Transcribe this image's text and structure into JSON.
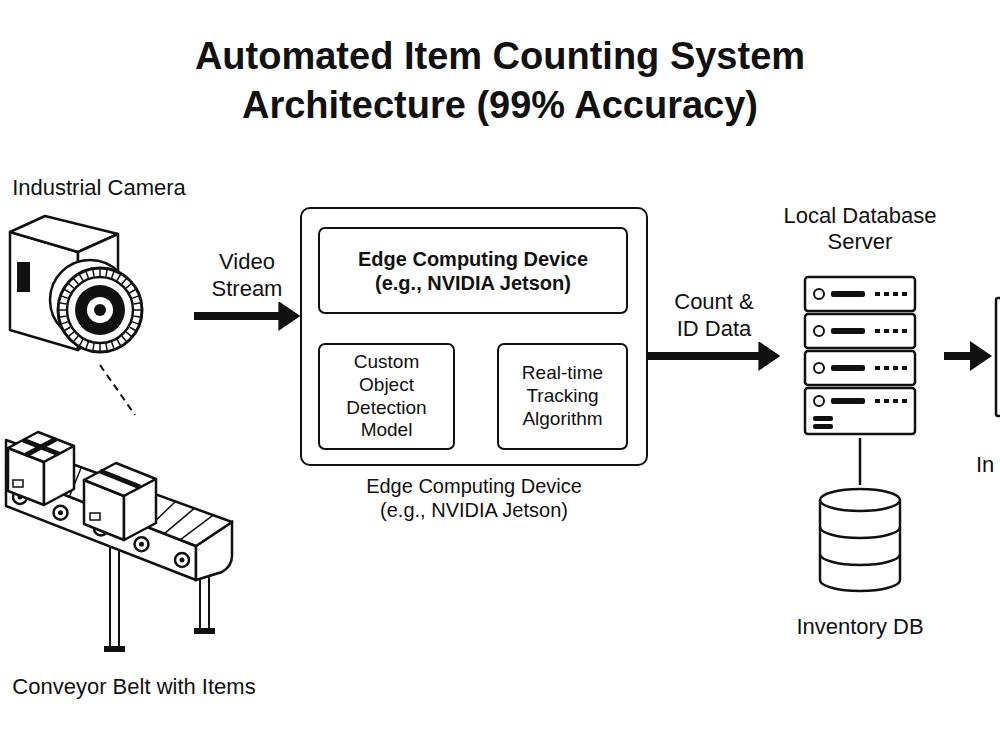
{
  "diagram": {
    "title": "Automated Item Counting System Architecture (99% Accuracy)",
    "nodes": [
      {
        "text": [
          "Industrial Camera"
        ]
      },
      {
        "text": [
          "Conveyor Belt with Items"
        ]
      },
      {
        "text": [
          "Edge Computing Device (e.g., NVIDIA Jetson)"
        ]
      },
      {
        "text": [
          "Edge Computing Device (e.g., NVIDIA Jetson)"
        ],
        "in": 2
      },
      {
        "text": [
          "Custom Object Detection Model"
        ],
        "in": 2
      },
      {
        "text": [
          "Real-time Tracking Algorithm"
        ],
        "in": 2
      },
      {
        "text": [
          "Local Database Server"
        ]
      },
      {
        "text": [
          "Inventory DB"
        ]
      }
    ],
    "edges": [
      {
        "from": 0,
        "to": 2,
        "label": "Video Stream",
        "arrow": "to"
      },
      {
        "from": 0,
        "to": 1,
        "arrow": "none"
      },
      {
        "from": 3,
        "to": 4,
        "arrow": "none"
      },
      {
        "from": 3,
        "to": 5,
        "arrow": "none"
      },
      {
        "from": 4,
        "to": 5,
        "arrow": "none"
      },
      {
        "from": 2,
        "to": 6,
        "label": "Count & ID Data",
        "arrow": "to"
      },
      {
        "from": 6,
        "to": 7,
        "arrow": "none"
      }
    ],
    "labels": [
      "In"
    ]
  }
}
